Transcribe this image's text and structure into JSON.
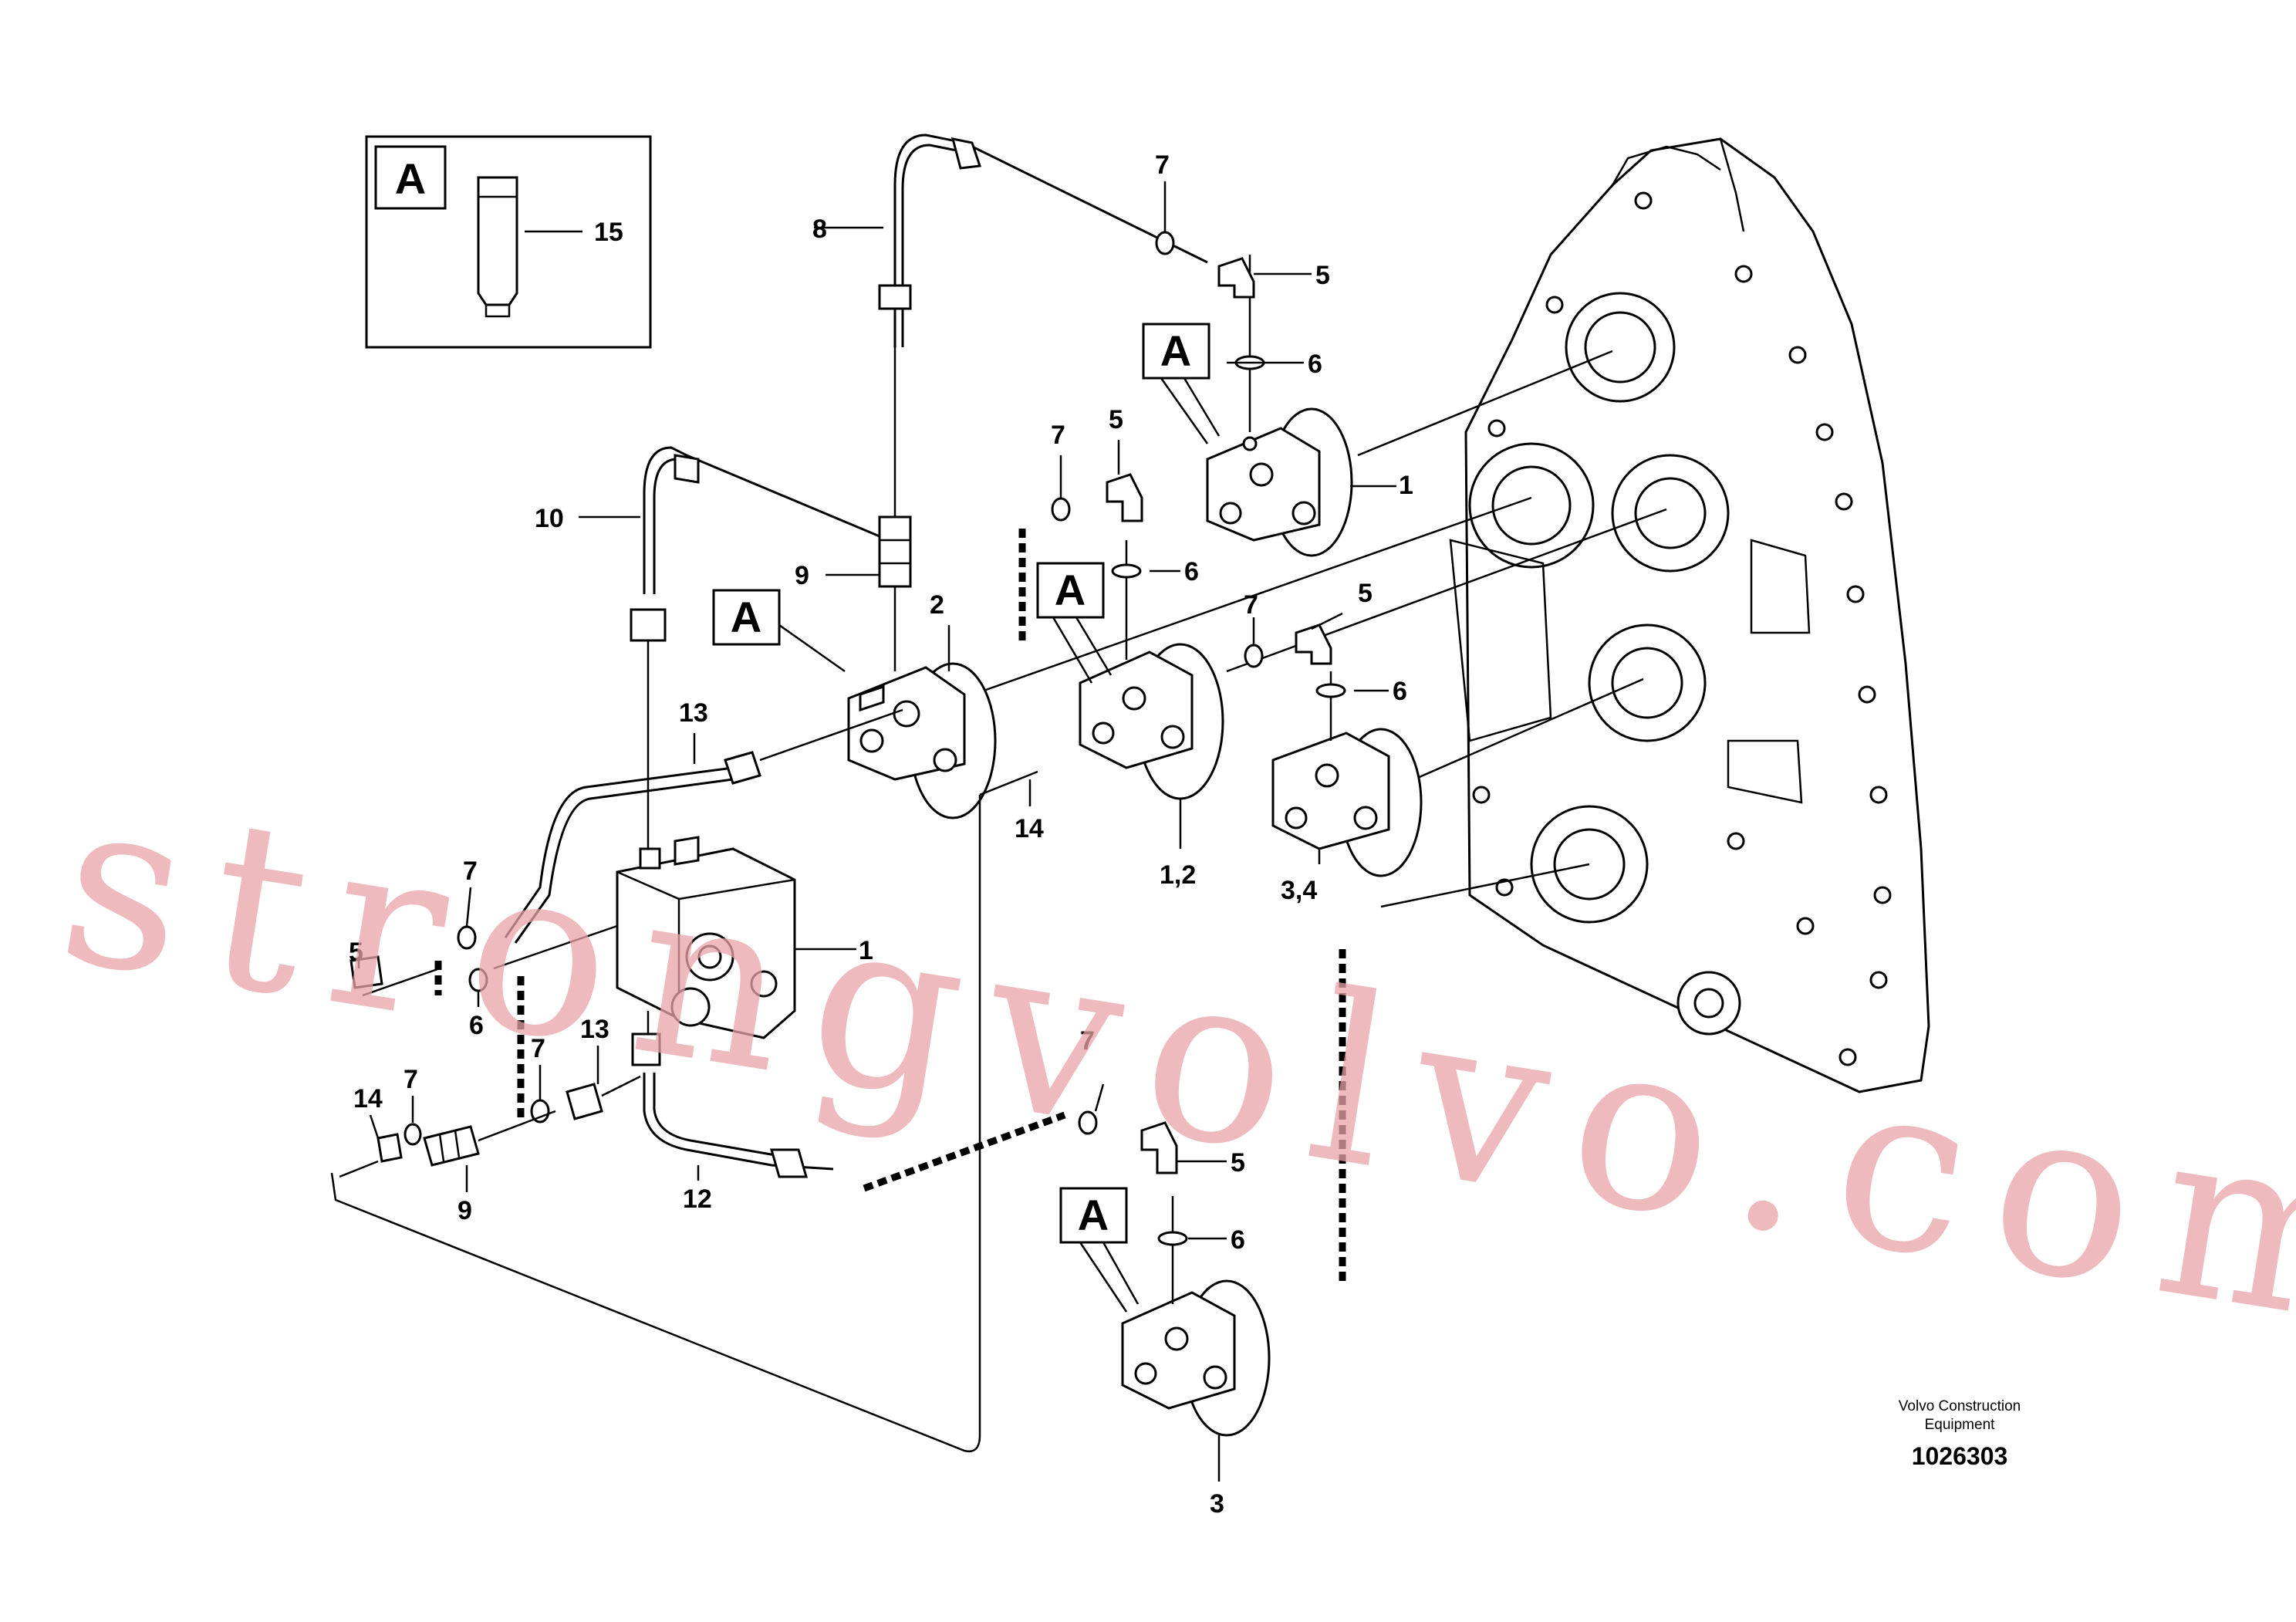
{
  "watermark": "strongvolvo.com",
  "detail_box": {
    "letter": "A",
    "part_number": "15"
  },
  "detail_markers": [
    "A",
    "A",
    "A",
    "A",
    "A"
  ],
  "callouts": {
    "c1a": "1",
    "c1b": "1",
    "c12": "1,2",
    "c2": "2",
    "c3": "3",
    "c34": "3,4",
    "c5a": "5",
    "c5b": "5",
    "c5c": "5",
    "c5d": "5",
    "c5e": "5",
    "c6a": "6",
    "c6b": "6",
    "c6c": "6",
    "c6d": "6",
    "c6e": "6",
    "c7a": "7",
    "c7b": "7",
    "c7c": "7",
    "c7d": "7",
    "c7e": "7",
    "c7f": "7",
    "c7g": "7",
    "c8": "8",
    "c9a": "9",
    "c9b": "9",
    "c10": "10",
    "c12b": "12",
    "c13a": "13",
    "c13b": "13",
    "c14a": "14",
    "c14b": "14"
  },
  "manufacturer": {
    "line1": "Volvo Construction",
    "line2": "Equipment"
  },
  "document_number": "1026303"
}
